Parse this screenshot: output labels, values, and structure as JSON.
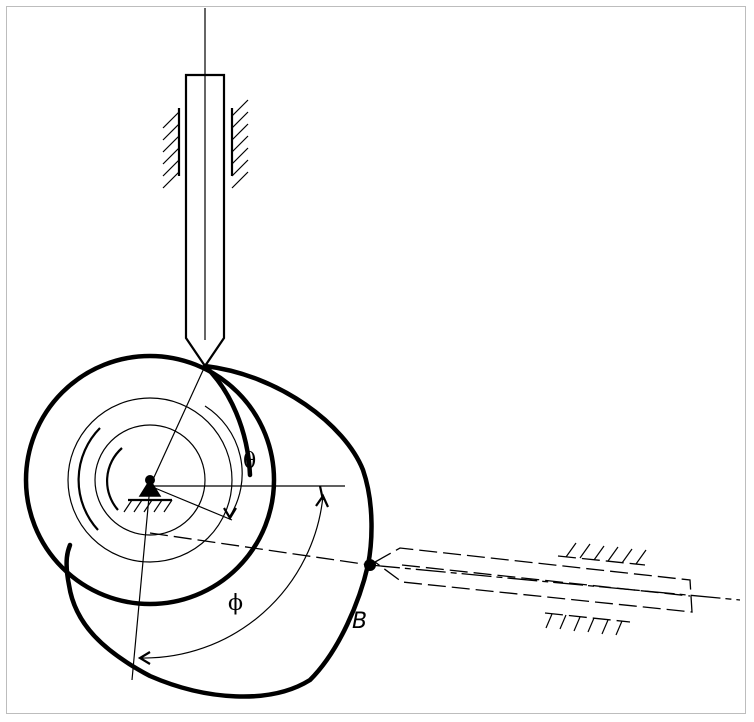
{
  "diagram": {
    "labels": {
      "theta": "θ",
      "phi": "ϕ",
      "point_b": "B"
    }
  }
}
